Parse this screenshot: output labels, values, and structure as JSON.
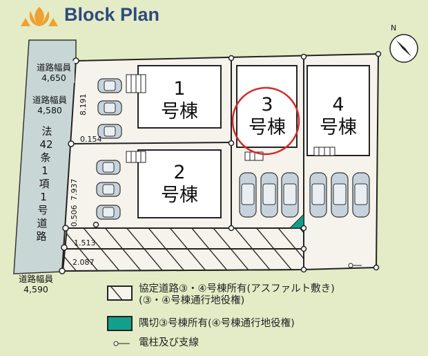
{
  "header": {
    "title": "Block Plan",
    "logo_icon": "lotus-icon",
    "accent_color": "#f0a030",
    "title_color": "#2f4a7c"
  },
  "road": {
    "width_labels": [
      {
        "label": "道路幅員",
        "value": "4,650"
      },
      {
        "label": "道路幅員",
        "value": "4,580"
      },
      {
        "label": "道路幅員",
        "value": "4,590"
      }
    ],
    "type_chars": [
      "法",
      "42",
      "条",
      "1",
      "項",
      "1",
      "号",
      "道",
      "路"
    ]
  },
  "dimensions": [
    "8.191",
    "0.154",
    "7.937",
    "0.506",
    "1.513",
    "2.087"
  ],
  "lots": [
    {
      "number": "1",
      "suffix": "号棟"
    },
    {
      "number": "2",
      "suffix": "号棟"
    },
    {
      "number": "3",
      "suffix": "号棟",
      "highlighted": true
    },
    {
      "number": "4",
      "suffix": "号棟"
    }
  ],
  "compass": {
    "label": "N"
  },
  "legend": [
    {
      "icon": "hatch-swatch",
      "line1": "協定道路③・④号棟所有(アスファルト敷き)",
      "line2": "(③・④号棟通行地役権)"
    },
    {
      "icon": "teal-swatch",
      "line1": "隅切③号棟所有(④号棟通行地役権)",
      "color": "#12a08c"
    },
    {
      "icon": "pole-symbol",
      "line1": "電柱及び支線"
    }
  ],
  "colors": {
    "background": "#e3ecc6",
    "road": "#c9d6d6",
    "lot": "#f5f3ec",
    "highlight_circle": "#d42a2a",
    "corner_cut": "#12a08c"
  }
}
